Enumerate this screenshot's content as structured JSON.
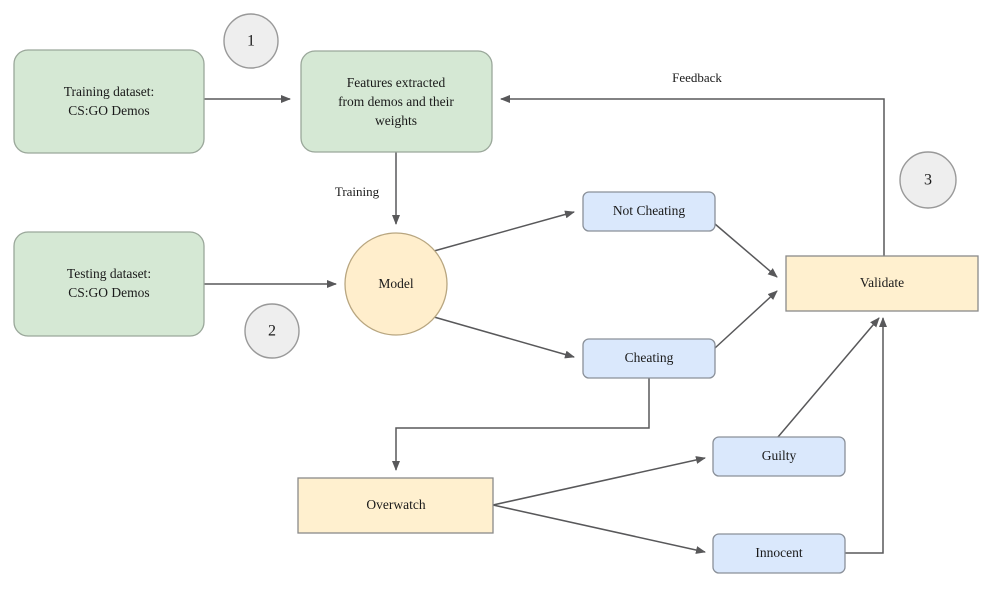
{
  "diagram": {
    "title": "CS:GO cheat detection pipeline flowchart",
    "colors": {
      "green_fill": "#d5e8d4",
      "green_stroke": "#82b366",
      "blue_fill": "#dae8fc",
      "blue_stroke": "#6c8ebf",
      "yellow_fill": "#fff2cc",
      "yellow_stroke": "#d6b656",
      "circle_fill": "#ffeecc",
      "circle_stroke": "#c9ae6a",
      "badge_fill": "#eeeeee",
      "badge_stroke": "#999999",
      "edge_stroke": "#58585a",
      "background": "#ffffff"
    },
    "nodes": {
      "training_dataset": {
        "line1": "Training dataset:",
        "line2": "CS:GO Demos"
      },
      "testing_dataset": {
        "line1": "Testing dataset:",
        "line2": "CS:GO Demos"
      },
      "features": {
        "line1": "Features extracted",
        "line2": "from demos and their",
        "line3": "weights"
      },
      "model": {
        "label": "Model"
      },
      "not_cheating": {
        "label": "Not Cheating"
      },
      "cheating": {
        "label": "Cheating"
      },
      "validate": {
        "label": "Validate"
      },
      "overwatch": {
        "label": "Overwatch"
      },
      "guilty": {
        "label": "Guilty"
      },
      "innocent": {
        "label": "Innocent"
      }
    },
    "edge_labels": {
      "training": "Training",
      "feedback": "Feedback"
    },
    "badges": [
      {
        "label": "1"
      },
      {
        "label": "2"
      },
      {
        "label": "3"
      }
    ]
  }
}
